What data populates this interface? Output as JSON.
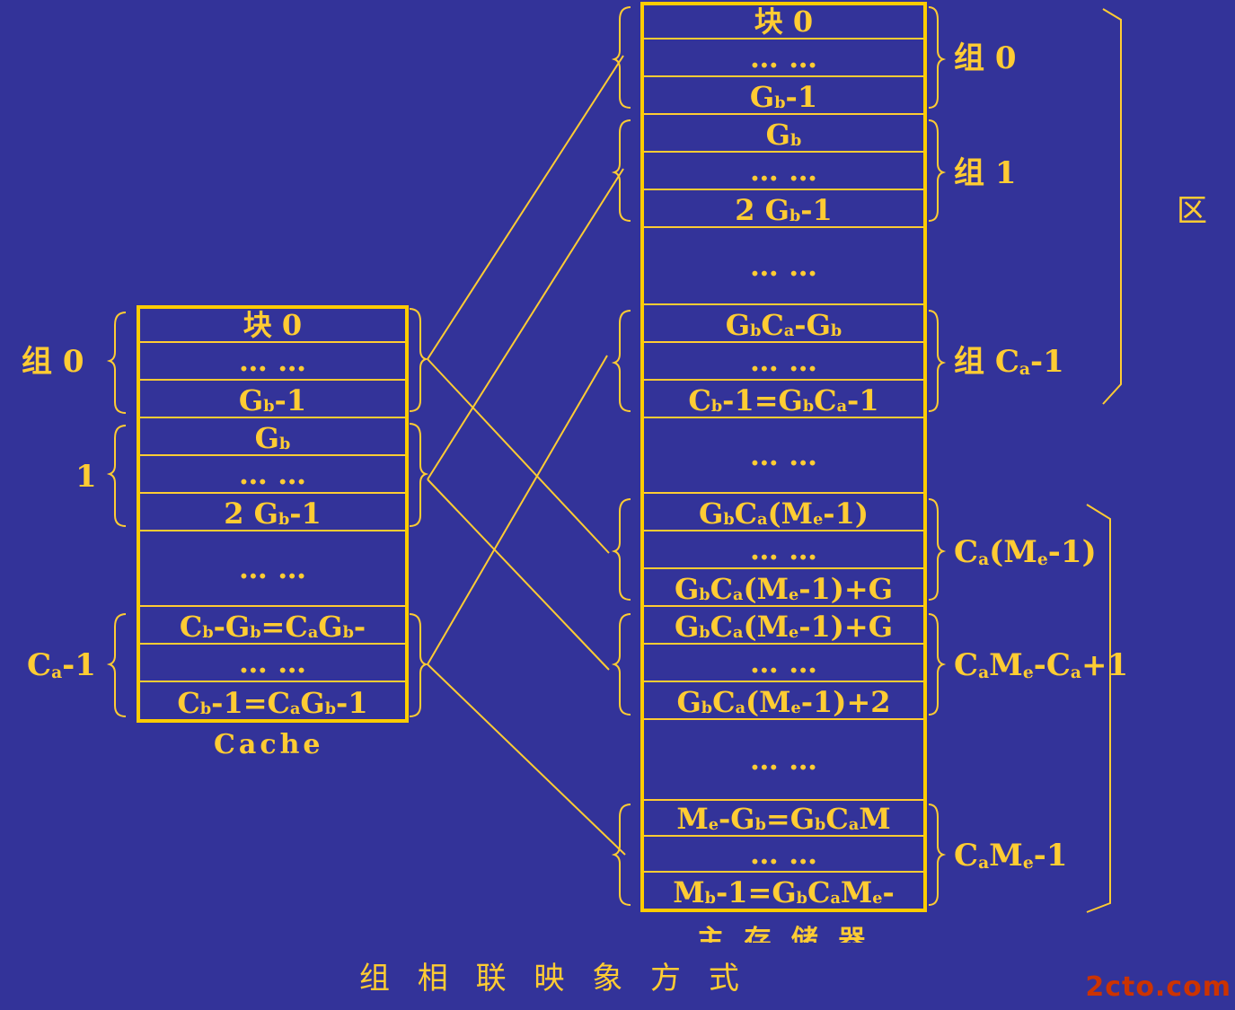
{
  "title": "组 相 联 映 象 方 式",
  "cache": {
    "caption": "Cache",
    "cells": [
      {
        "html": "块 0"
      },
      {
        "html": "… …",
        "dots": true
      },
      {
        "html": "G<sub>b</sub>-1"
      },
      {
        "html": "G<sub>b</sub>"
      },
      {
        "html": "… …",
        "dots": true
      },
      {
        "html": "2 G<sub>b</sub>-1"
      },
      {
        "html": "… …",
        "dots": true
      },
      {
        "html": "C<sub>b</sub>-G<sub>b</sub>=C<sub>a</sub>G<sub>b</sub>-"
      },
      {
        "html": "… …",
        "dots": true
      },
      {
        "html": "C<sub>b</sub>-1=C<sub>a</sub>G<sub>b</sub>-1"
      }
    ],
    "groups": [
      {
        "html": "组 0"
      },
      {
        "html": "1"
      },
      {
        "html": "C<sub>a</sub>-1"
      }
    ]
  },
  "memory": {
    "caption": "主 存 储 器",
    "cells": [
      {
        "html": "块 0"
      },
      {
        "html": "… …",
        "dots": true
      },
      {
        "html": "G<sub>b</sub>-1"
      },
      {
        "html": "G<sub>b</sub>"
      },
      {
        "html": "… …",
        "dots": true
      },
      {
        "html": "2 G<sub>b</sub>-1"
      },
      {
        "html": "… …",
        "dots": true
      },
      {
        "html": "G<sub>b</sub>C<sub>a</sub>-G<sub>b</sub>"
      },
      {
        "html": "… …",
        "dots": true
      },
      {
        "html": "C<sub>b</sub>-1=G<sub>b</sub>C<sub>a</sub>-1"
      },
      {
        "html": "… …",
        "dots": true
      },
      {
        "html": "G<sub>b</sub>C<sub>a</sub>(M<sub>e</sub>-1)"
      },
      {
        "html": "… …",
        "dots": true
      },
      {
        "html": "G<sub>b</sub>C<sub>a</sub>(M<sub>e</sub>-1)+G"
      },
      {
        "html": "G<sub>b</sub>C<sub>a</sub>(M<sub>e</sub>-1)+G"
      },
      {
        "html": "… …",
        "dots": true
      },
      {
        "html": "G<sub>b</sub>C<sub>a</sub>(M<sub>e</sub>-1)+2"
      },
      {
        "html": "… …",
        "dots": true
      },
      {
        "html": "M<sub>e</sub>-G<sub>b</sub>=G<sub>b</sub>C<sub>a</sub>M"
      },
      {
        "html": "… …",
        "dots": true
      },
      {
        "html": "M<sub>b</sub>-1=G<sub>b</sub>C<sub>a</sub>M<sub>e</sub>-"
      }
    ],
    "groups": [
      {
        "html": "组 0"
      },
      {
        "html": "组 1"
      },
      {
        "html": "组 C<sub>a</sub>-1"
      },
      {
        "html": "C<sub>a</sub>(M<sub>e</sub>-1)"
      },
      {
        "html": "C<sub>a</sub>M<sub>e</sub>-C<sub>a</sub>+1"
      },
      {
        "html": "C<sub>a</sub>M<sub>e</sub>-1"
      }
    ],
    "region_label": "区"
  },
  "watermark": "2cto.com"
}
